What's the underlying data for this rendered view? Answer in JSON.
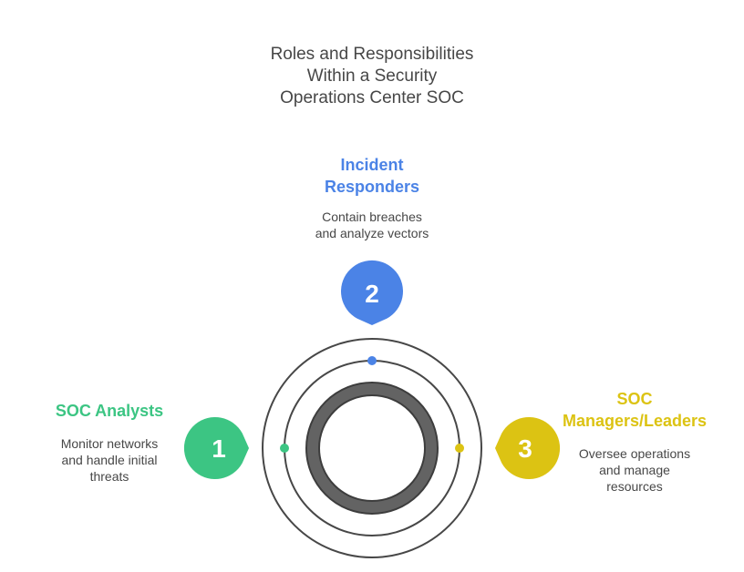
{
  "title_lines": [
    "Roles and Responsibilities",
    "Within a Security",
    "Operations Center SOC"
  ],
  "colors": {
    "analysts": "#3cc583",
    "responders": "#4b83e6",
    "managers": "#dcc313",
    "ring": "#474747",
    "core_fill": "#636363",
    "core_stroke": "#3d3d3d"
  },
  "roles": [
    {
      "number": "1",
      "heading_lines": [
        "SOC Analysts"
      ],
      "desc_lines": [
        "Monitor networks",
        "and handle initial",
        "threats"
      ]
    },
    {
      "number": "2",
      "heading_lines": [
        "Incident",
        "Responders"
      ],
      "desc_lines": [
        "Contain breaches",
        "and analyze vectors"
      ]
    },
    {
      "number": "3",
      "heading_lines": [
        "SOC",
        "Managers/Leaders"
      ],
      "desc_lines": [
        "Oversee operations",
        "and manage",
        "resources"
      ]
    }
  ]
}
